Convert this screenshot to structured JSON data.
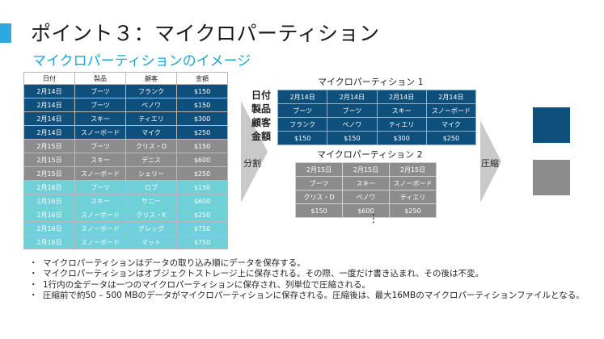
{
  "title": "ポイント３：マイクロパーティション",
  "subtitle": "マイクロパーティションのイメージ",
  "source_table": {
    "headers": [
      "日付",
      "製品",
      "顧客",
      "金額"
    ],
    "rows": [
      {
        "group": "blue",
        "cells": [
          "2月14日",
          "ブーツ",
          "フランク",
          "$150"
        ]
      },
      {
        "group": "blue",
        "cells": [
          "2月14日",
          "ブーツ",
          "ペノワ",
          "$150"
        ]
      },
      {
        "group": "blue",
        "cells": [
          "2月14日",
          "スキー",
          "ティエリ",
          "$300"
        ]
      },
      {
        "group": "blue",
        "cells": [
          "2月14日",
          "スノーボード",
          "マイク",
          "$250"
        ]
      },
      {
        "group": "gray",
        "cells": [
          "2月15日",
          "ブーツ",
          "クリス・D",
          "$150"
        ]
      },
      {
        "group": "gray",
        "cells": [
          "2月15日",
          "スキー",
          "デニス",
          "$600"
        ]
      },
      {
        "group": "gray",
        "cells": [
          "2月15日",
          "スノーボード",
          "シェリー",
          "$250"
        ]
      },
      {
        "group": "teal",
        "cells": [
          "2月16日",
          "ブーツ",
          "ロブ",
          "$150"
        ]
      },
      {
        "group": "teal",
        "cells": [
          "2月16日",
          "スキー",
          "サニー",
          "$600"
        ]
      },
      {
        "group": "teal",
        "cells": [
          "2月16日",
          "スノーボード",
          "クリス・K",
          "$250"
        ]
      },
      {
        "group": "teal",
        "cells": [
          "2月16日",
          "スノーボード",
          "グレッグ",
          "$750"
        ]
      },
      {
        "group": "teal",
        "cells": [
          "2月16日",
          "スノーボード",
          "マット",
          "$750"
        ]
      }
    ]
  },
  "split_label": "分割",
  "compress_label": "圧縮",
  "row_labels": [
    "日付",
    "製品",
    "顧客",
    "金額"
  ],
  "partition1": {
    "label": "マイクロパーティション 1",
    "rows": [
      [
        "2月14日",
        "2月14日",
        "2月14日",
        "2月14日"
      ],
      [
        "ブーツ",
        "ブーツ",
        "スキー",
        "スノーボード"
      ],
      [
        "フランク",
        "ペノワ",
        "ティエリ",
        "マイク"
      ],
      [
        "$150",
        "$150",
        "$300",
        "$250"
      ]
    ]
  },
  "partition2": {
    "label": "マイクロパーティション 2",
    "rows": [
      [
        "2月15日",
        "2月15日",
        "2月15日"
      ],
      [
        "ブーツ",
        "スキー",
        "スノーボード"
      ],
      [
        "クリス・D",
        "ペノワ",
        "ティエリ"
      ],
      [
        "$150",
        "$600",
        "$250"
      ]
    ]
  },
  "continuation": "⋮",
  "bullet_glyph": "・",
  "bullets": [
    "マイクロパーティションはデータの取り込み順にデータを保存する。",
    "マイクロパーティションはオブジェクトストレージ上に保存される。その際、一度だけ書き込まれ、その後は不変。",
    "1行内の全データは一つのマイクロパーティションに保存され、列単位で圧縮される。",
    "圧縮前で約50 – 500 MBのデータがマイクロパーティションに保存される。圧縮後は、最大16MBのマイクロパーティションファイルとなる。"
  ],
  "colors": {
    "blue": "#0e4f7c",
    "gray": "#8c8c8c",
    "teal": "#6fd0d8",
    "accent": "#2aa9e0",
    "subtitle": "#1ea5d6"
  }
}
